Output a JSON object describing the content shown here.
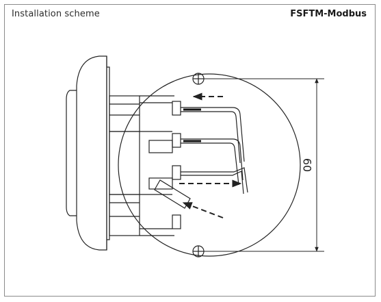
{
  "header": {
    "title": "Installation scheme",
    "model": "FSFTM-Modbus"
  },
  "dimension": {
    "value": "60"
  }
}
